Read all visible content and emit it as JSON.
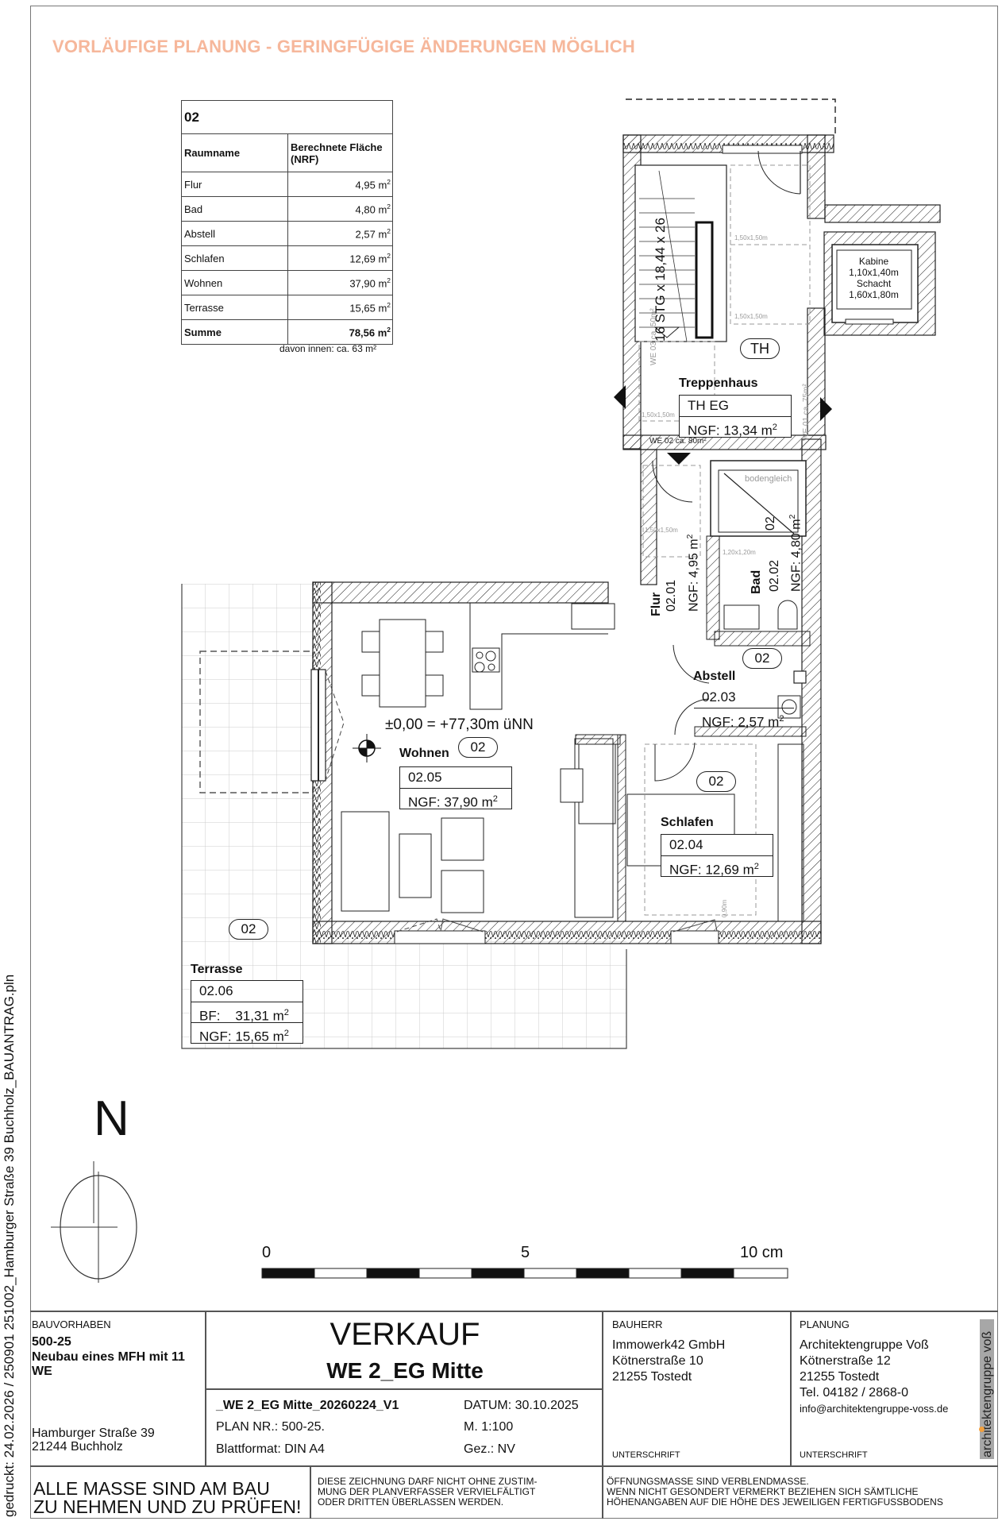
{
  "side_print": "gedruckt: 24.02.2026 / 250901 251002_Hamburger Straße 39 Buchholz_BAUANTRAG.pln",
  "warning_banner": {
    "text": "VORLÄUFIGE PLANUNG - GERINGFÜGIGE ÄNDERUNGEN MÖGLICH",
    "color": "#f6b79b"
  },
  "area_table": {
    "unit_number": "02",
    "col_room": "Raumname",
    "col_area": "Berechnete Fläche (NRF)",
    "rows": [
      {
        "room": "Flur",
        "area": "4,95 m",
        "unit": "2"
      },
      {
        "room": "Bad",
        "area": "4,80 m",
        "unit": "2"
      },
      {
        "room": "Abstell",
        "area": "2,57 m",
        "unit": "2"
      },
      {
        "room": "Schlafen",
        "area": "12,69 m",
        "unit": "2"
      },
      {
        "room": "Wohnen",
        "area": "37,90 m",
        "unit": "2"
      },
      {
        "room": "Terrasse",
        "area": "15,65 m",
        "unit": "2"
      }
    ],
    "sum_label": "Summe",
    "sum_value": "78,56 m",
    "sum_unit": "2",
    "note": "davon innen: ca. 63 m²"
  },
  "rooms": {
    "treppenhaus": {
      "name": "Treppenhaus",
      "id": "TH EG",
      "ngf": "NGF: 13,34 m",
      "tag": "TH",
      "stairs": "16 STG x 18,44 x 26"
    },
    "elevator": {
      "line1": "Kabine",
      "line2": "1,10x1,40m",
      "line3": "Schacht",
      "line4": "1,60x1,80m"
    },
    "flur": {
      "name": "Flur",
      "id": "02.01",
      "ngf": "NGF: 4,95 m"
    },
    "bad": {
      "name": "Bad",
      "id": "02.02",
      "ngf": "NGF: 4,80 m",
      "tag": "02",
      "shower": "bodengleich",
      "turn": "1,20x1,20m"
    },
    "abstell": {
      "name": "Abstell",
      "id": "02.03",
      "ngf": "NGF: 2,57 m",
      "tag": "02"
    },
    "schlafen": {
      "name": "Schlafen",
      "id": "02.04",
      "ngf": "NGF: 12,69 m",
      "tag": "02",
      "dim": "0,90m"
    },
    "wohnen": {
      "name": "Wohnen",
      "id": "02.05",
      "ngf": "NGF: 37,90 m",
      "tag": "02",
      "level": "±0,00 = +77,30m üNN"
    },
    "terrasse": {
      "name": "Terrasse",
      "id": "02.06",
      "bf": "BF:    31,31 m",
      "ngf": "NGF: 15,65 m",
      "tag": "02"
    }
  },
  "plan_notes": {
    "turn_circle": "1,50x1,50m",
    "we02": "WE 02 ca. 80m²",
    "we03": "WE 03 ca. 50m²",
    "we01": "WE 01 ca. 75m²",
    "sup2": "2"
  },
  "north": {
    "letter": "N"
  },
  "scale_bar": {
    "label_0": "0",
    "label_5": "5",
    "label_10": "10 cm"
  },
  "title_block": {
    "bauvorhaben_label": "BAUVORHABEN",
    "project_no": "500-25",
    "project_desc_1": "Neubau eines MFH mit 11",
    "project_desc_2": "WE",
    "address_1": "Hamburger Straße 39",
    "address_2": "21244 Buchholz",
    "title": "VERKAUF",
    "subtitle": "WE 2_EG Mitte",
    "file_name": "_WE 2_EG Mitte_20260224_V1",
    "plan_nr": "PLAN NR.: 500-25.",
    "sheet_format": "Blattformat: DIN A4",
    "date": "DATUM: 30.10.2025",
    "scale": "M. 1:100",
    "drawn_by": "Gez.: NV",
    "bauherr_label": "BAUHERR",
    "bauherr_1": "Immowerk42  GmbH",
    "bauherr_2": "Kötnerstraße 10",
    "bauherr_3": "21255 Tostedt",
    "signature_1": "UNTERSCHRIFT",
    "planung_label": "PLANUNG",
    "planung_1": "Architektengruppe Voß",
    "planung_2": "Kötnerstraße 12",
    "planung_3": "21255 Tostedt",
    "planung_4": "Tel. 04182 / 2868-0",
    "planung_email": "info@architektengruppe-voss.de",
    "signature_2": "UNTERSCHRIFT",
    "brand": "architektengruppe voß",
    "brand_dot_color": "#f3a03d",
    "notice_big_1": "ALLE MASSE SIND AM  BAU",
    "notice_big_2": "ZU NEHMEN UND ZU PRÜFEN!",
    "copyright_1": "DIESE ZEICHNUNG DARF NICHT OHNE ZUSTIM-",
    "copyright_2": "MUNG  DER  PLANVERFASSER VERVIELFÄLTIGT",
    "copyright_3": "ODER  DRITTEN ÜBERLASSEN  WERDEN.",
    "opening_1": "ÖFFNUNGSMASSE SIND VERBLENDMASSE.",
    "opening_2": "WENN NICHT GESONDERT VERMERKT BEZIEHEN SICH SÄMTLICHE",
    "opening_3": "HÖHENANGABEN AUF DIE HÖHE DES JEWEILIGEN FERTIGFUSSBODENS"
  }
}
